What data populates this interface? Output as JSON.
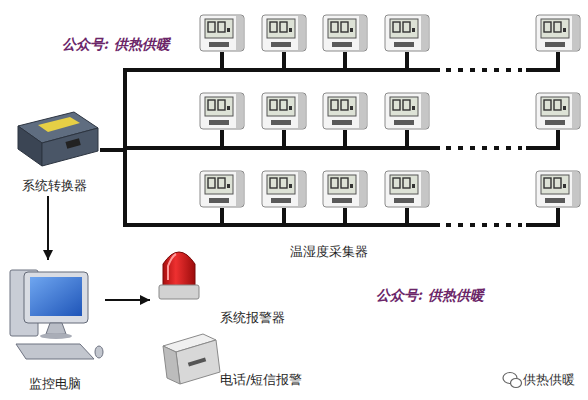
{
  "diagram": {
    "nodes": [
      {
        "text": [
          "系统转换器"
        ]
      },
      {
        "text": [
          "温湿度采集器"
        ]
      },
      {
        "text": [
          "监控电脑"
        ]
      },
      {
        "text": [
          "系统报警器"
        ]
      },
      {
        "text": [
          "电话/短信报警"
        ]
      }
    ],
    "edges": [
      {
        "from": 0,
        "to": 1,
        "arrow": "none"
      },
      {
        "from": 0,
        "to": 2,
        "arrow": "to"
      },
      {
        "from": 2,
        "to": 3,
        "arrow": "to"
      }
    ],
    "labels": [
      "公众号: 供热供暖",
      "公众号: 供热供暖",
      "供热供暖"
    ]
  }
}
